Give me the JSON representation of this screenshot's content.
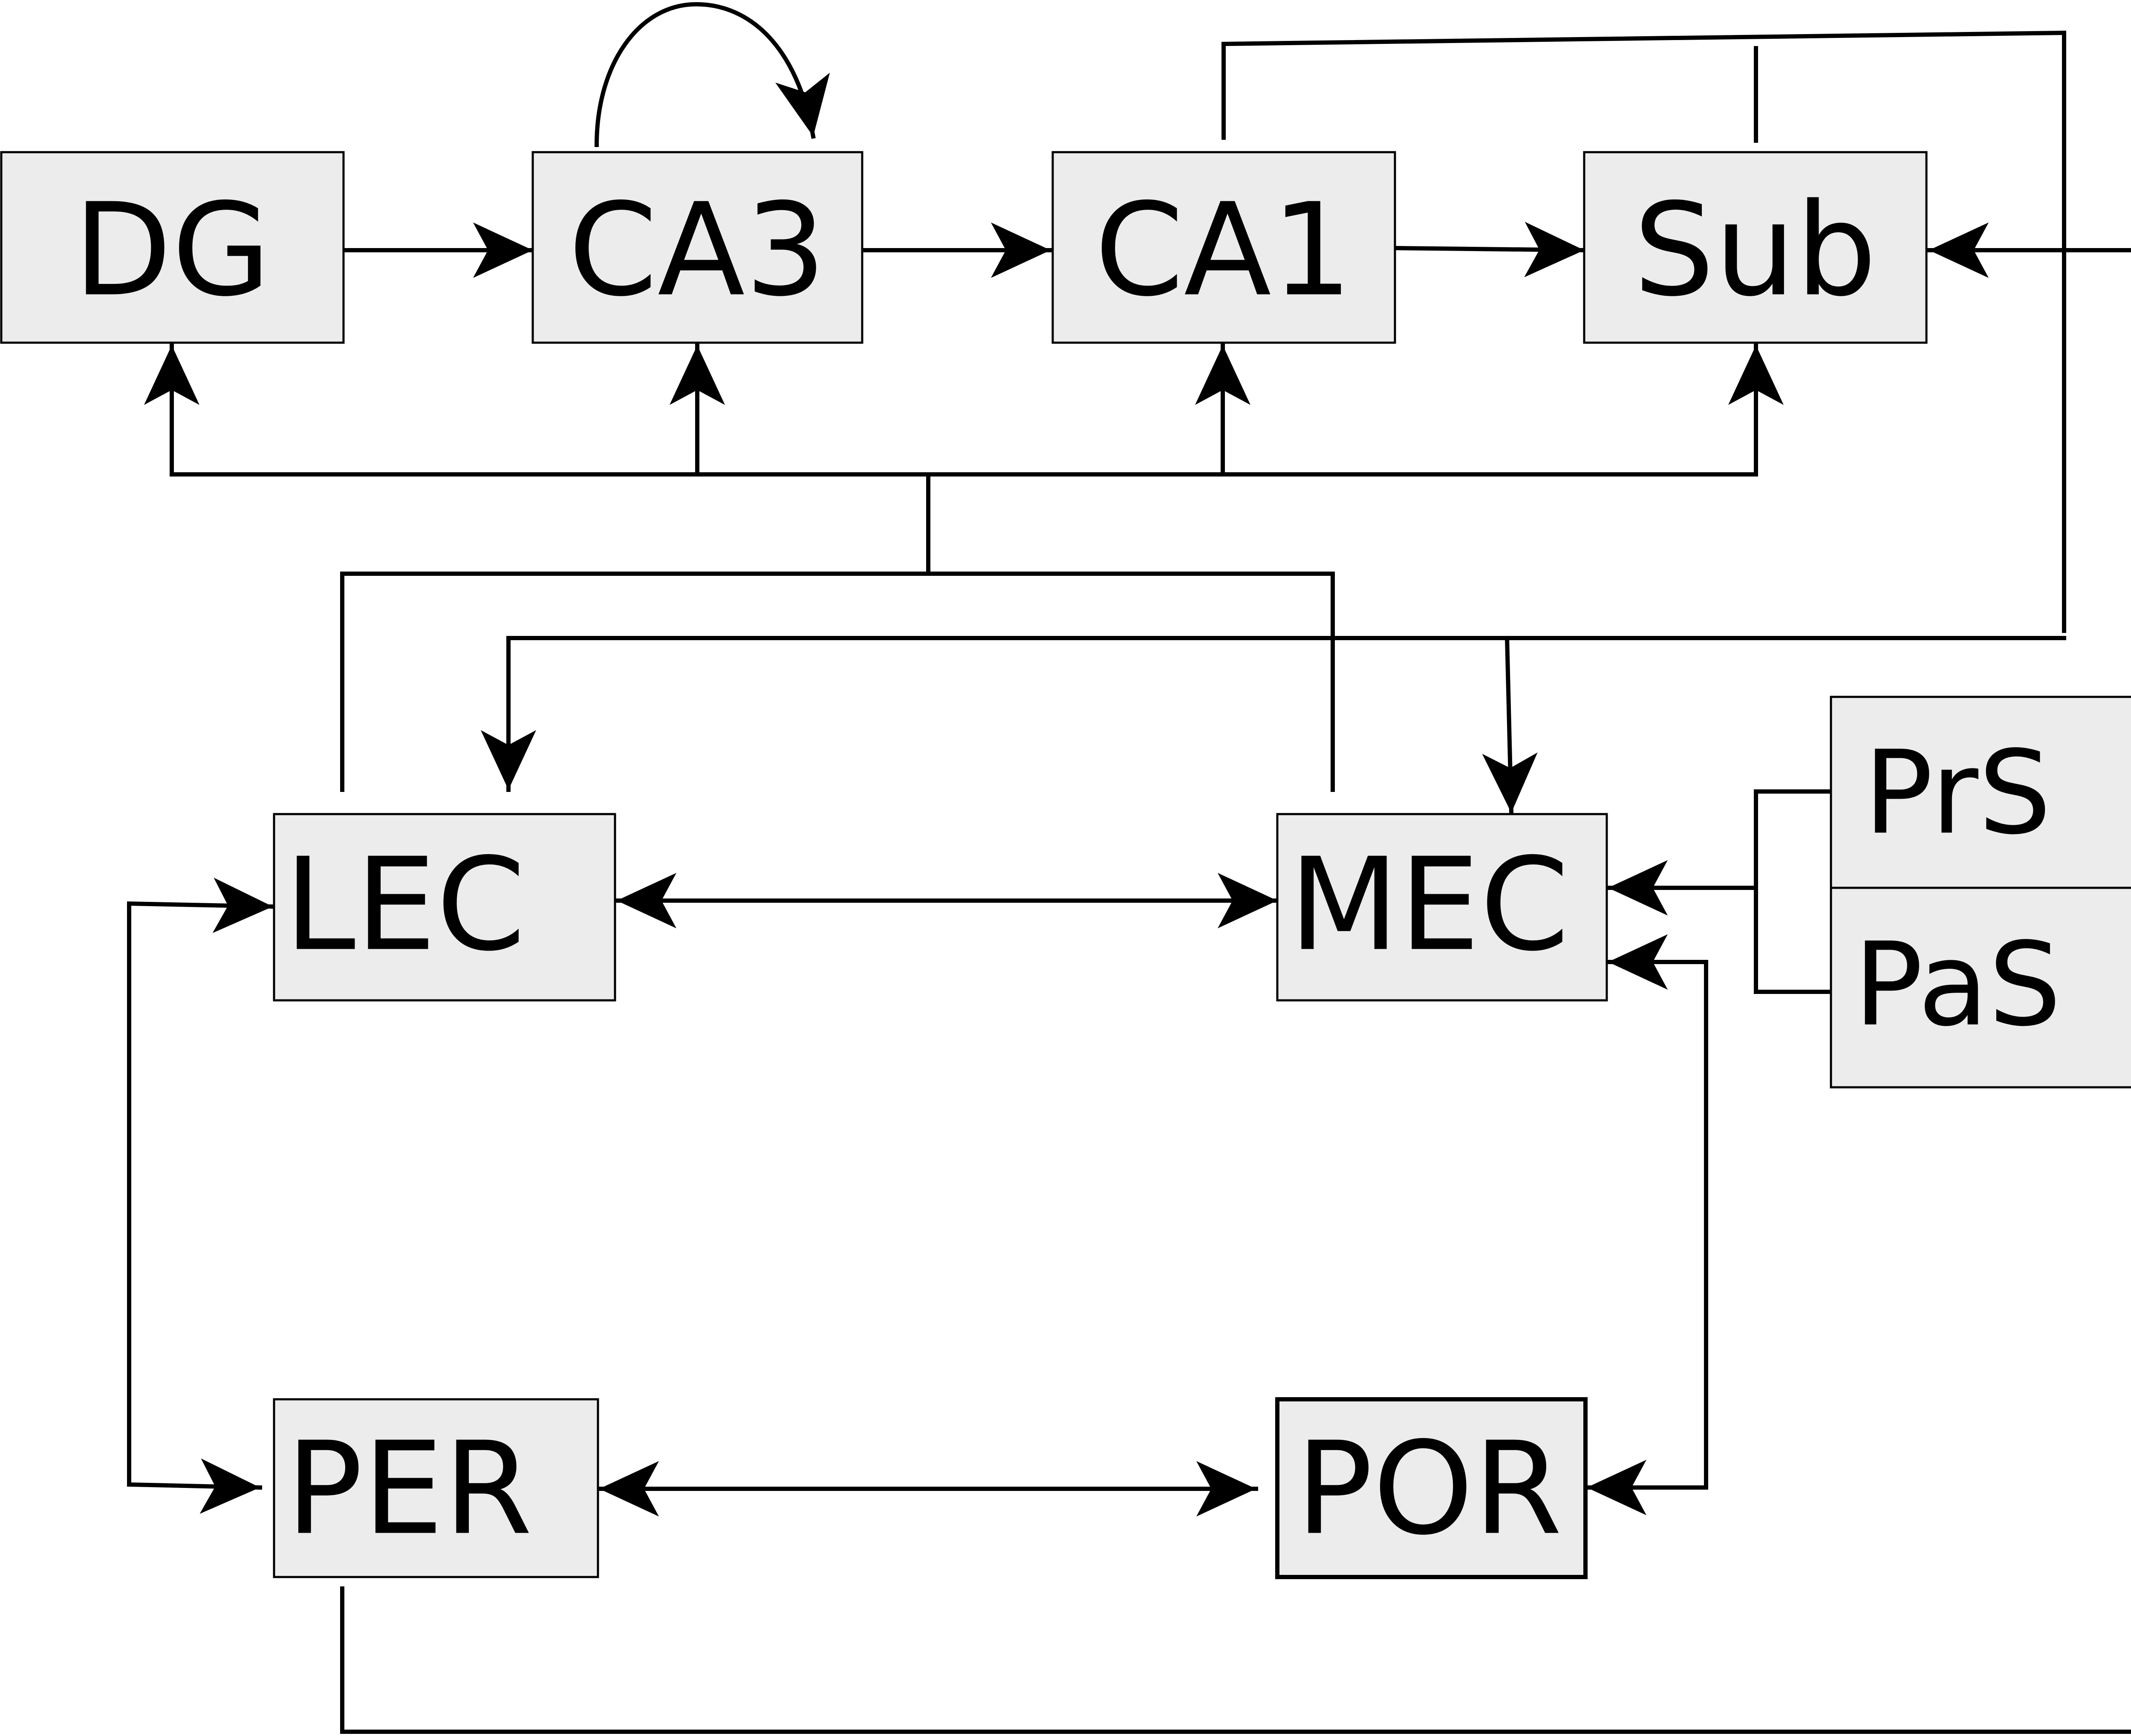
{
  "nodes": {
    "dg": {
      "label": "DG"
    },
    "ca3": {
      "label": "CA3"
    },
    "ca1": {
      "label": "CA1"
    },
    "sub": {
      "label": "Sub"
    },
    "lec": {
      "label": "LEC"
    },
    "mec": {
      "label": "MEC"
    },
    "prs": {
      "label": "PrS"
    },
    "pas": {
      "label": "PaS"
    },
    "per": {
      "label": "PER"
    },
    "por": {
      "label": "POR"
    }
  },
  "edges": [
    {
      "from": "DG",
      "to": "CA3"
    },
    {
      "from": "CA3",
      "to": "CA3"
    },
    {
      "from": "CA3",
      "to": "CA1"
    },
    {
      "from": "CA1",
      "to": "Sub"
    },
    {
      "from": "LEC",
      "to": "DG"
    },
    {
      "from": "LEC",
      "to": "CA3"
    },
    {
      "from": "LEC",
      "to": "CA1"
    },
    {
      "from": "LEC",
      "to": "Sub"
    },
    {
      "from": "MEC",
      "to": "DG"
    },
    {
      "from": "MEC",
      "to": "CA3"
    },
    {
      "from": "MEC",
      "to": "CA1"
    },
    {
      "from": "MEC",
      "to": "Sub"
    },
    {
      "from": "CA1",
      "to": "LEC"
    },
    {
      "from": "CA1",
      "to": "MEC"
    },
    {
      "from": "Sub",
      "to": "LEC"
    },
    {
      "from": "Sub",
      "to": "MEC"
    },
    {
      "from": "LEC",
      "to": "MEC",
      "bidirectional": true
    },
    {
      "from": "PrS",
      "to": "MEC"
    },
    {
      "from": "PaS",
      "to": "MEC"
    },
    {
      "from": "LEC",
      "to": "PER",
      "bidirectional": true
    },
    {
      "from": "PER",
      "to": "POR",
      "bidirectional": true
    },
    {
      "from": "POR",
      "to": "MEC",
      "bidirectional": true
    },
    {
      "from": "PER",
      "to": "Sub"
    }
  ]
}
